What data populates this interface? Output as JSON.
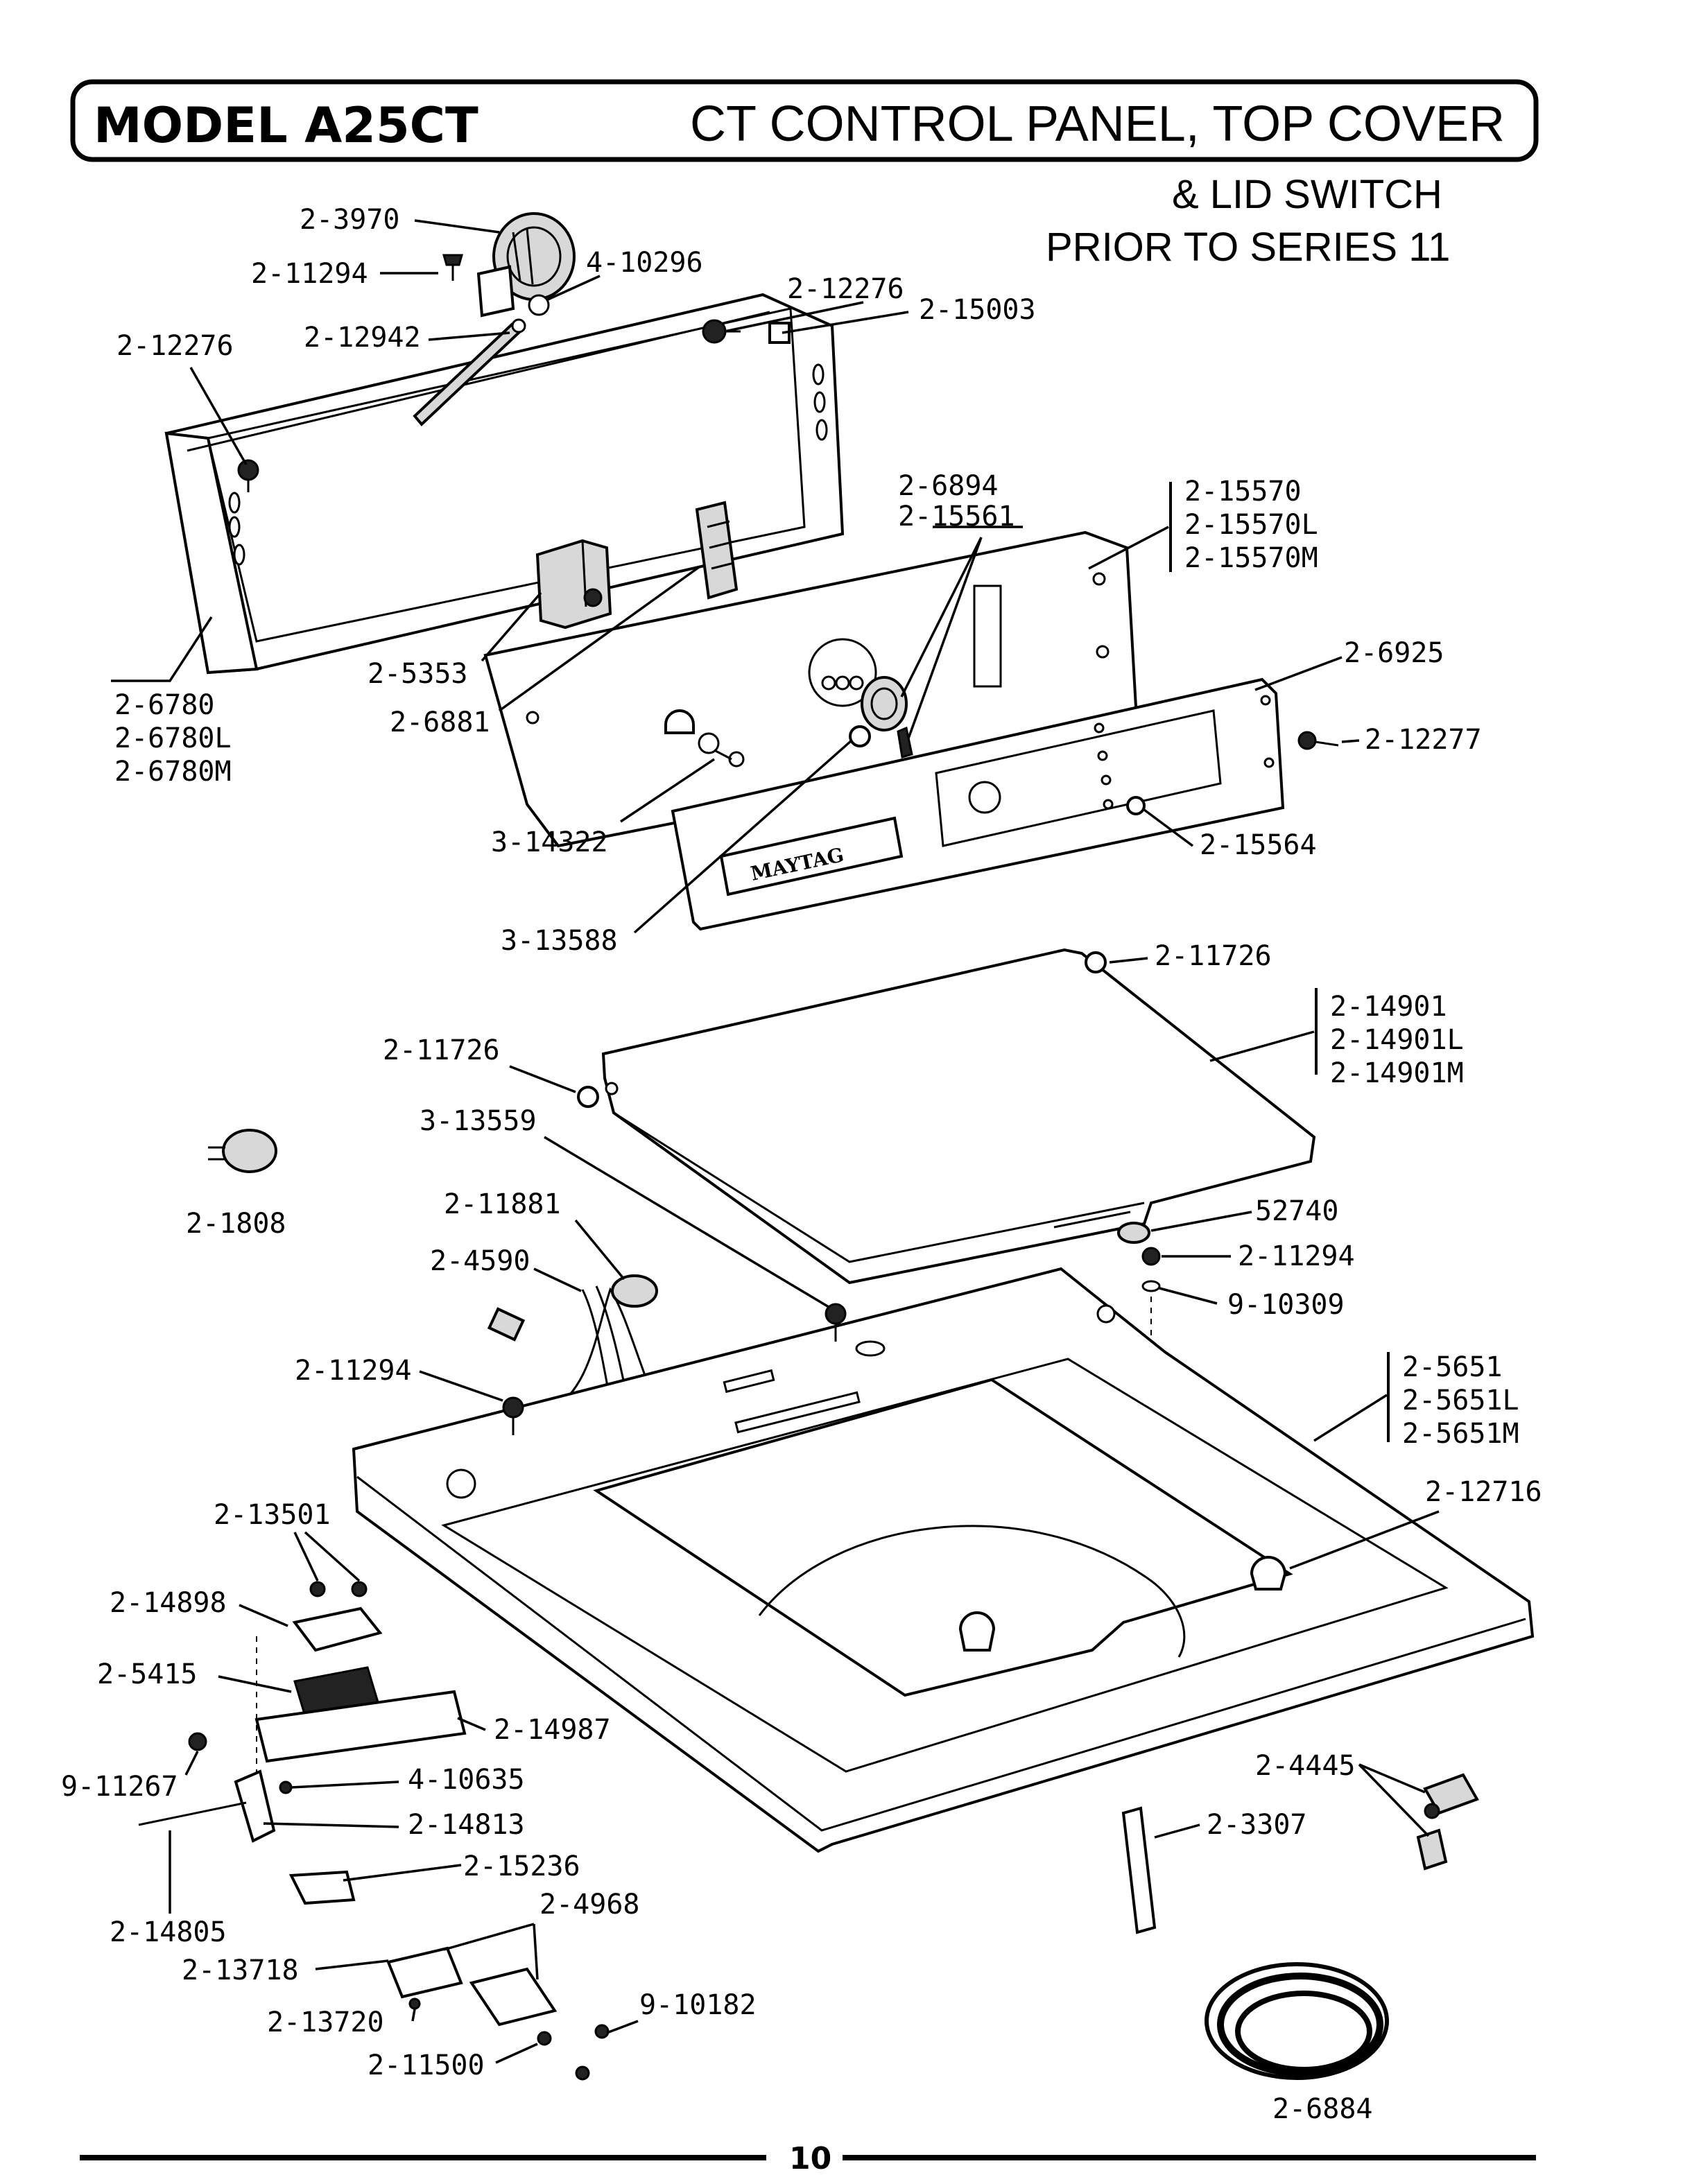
{
  "header": {
    "model": "MODEL A25CT",
    "title": "CT CONTROL PANEL, TOP COVER",
    "subtitle_line1": "& LID SWITCH",
    "subtitle_line2": "PRIOR TO SERIES 11"
  },
  "brand": "MAYTAG",
  "page_number": "10",
  "labels": {
    "p2_3970": "2-3970",
    "p2_11294_a": "2-11294",
    "p4_10296": "4-10296",
    "p2_12276_a": "2-12276",
    "p2_15003": "2-15003",
    "p2_12276_b": "2-12276",
    "p2_12942": "2-12942",
    "p2_6894": "2-6894",
    "p2_15561": "2-15561",
    "p2_15570": "2-15570",
    "p2_15570L": "2-15570L",
    "p2_15570M": "2-15570M",
    "p2_6925": "2-6925",
    "p2_12277": "2-12277",
    "p2_5353": "2-5353",
    "p2_6881": "2-6881",
    "p2_6780": "2-6780",
    "p2_6780L": "2-6780L",
    "p2_6780M": "2-6780M",
    "p3_14322": "3-14322",
    "p2_15564": "2-15564",
    "p3_13588": "3-13588",
    "p2_11726_a": "2-11726",
    "p2_14901": "2-14901",
    "p2_14901L": "2-14901L",
    "p2_14901M": "2-14901M",
    "p2_11726_b": "2-11726",
    "p3_13559": "3-13559",
    "p2_1808": "2-1808",
    "p2_11881": "2-11881",
    "p52740": "52740",
    "p2_11294_b": "2-11294",
    "p2_4590": "2-4590",
    "p9_10309": "9-10309",
    "p2_11294_c": "2-11294",
    "p2_5651": "2-5651",
    "p2_5651L": "2-5651L",
    "p2_5651M": "2-5651M",
    "p2_12716": "2-12716",
    "p2_13501": "2-13501",
    "p2_14898": "2-14898",
    "p2_5415": "2-5415",
    "p2_14987": "2-14987",
    "p9_11267": "9-11267",
    "p4_10635": "4-10635",
    "p2_14813": "2-14813",
    "p2_4445": "2-4445",
    "p2_15236": "2-15236",
    "p2_3307": "2-3307",
    "p2_4968": "2-4968",
    "p2_14805": "2-14805",
    "p2_13718": "2-13718",
    "p9_10182": "9-10182",
    "p2_13720": "2-13720",
    "p2_11500": "2-11500",
    "p2_6884": "2-6884"
  }
}
